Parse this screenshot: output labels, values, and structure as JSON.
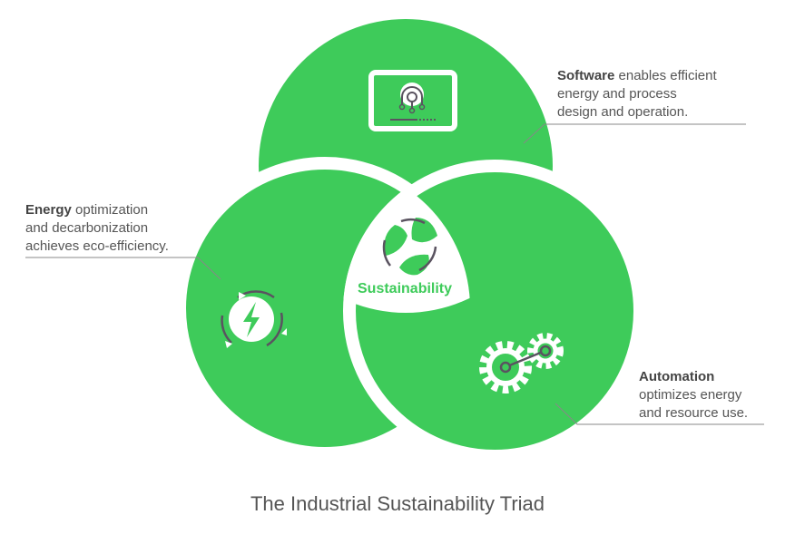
{
  "colors": {
    "green": "#3ecb5a",
    "icon": "#5a5360",
    "line": "#888888"
  },
  "center": {
    "label": "Sustainability",
    "icon": "recycle-leaves-icon"
  },
  "software": {
    "bold": "Software",
    "line1": " enables efficient",
    "line2": "energy and process",
    "line3": "design and operation.",
    "icon": "monitor-gear-icon"
  },
  "energy": {
    "bold": "Energy",
    "line1": " optimization",
    "line2": "and decarbonization",
    "line3": "achieves eco-efficiency.",
    "icon": "lightning-cycle-icon"
  },
  "automation": {
    "bold": "Automation",
    "line2": "optimizes energy",
    "line3": "and resource use.",
    "icon": "gears-icon"
  },
  "title": "The Industrial Sustainability Triad"
}
